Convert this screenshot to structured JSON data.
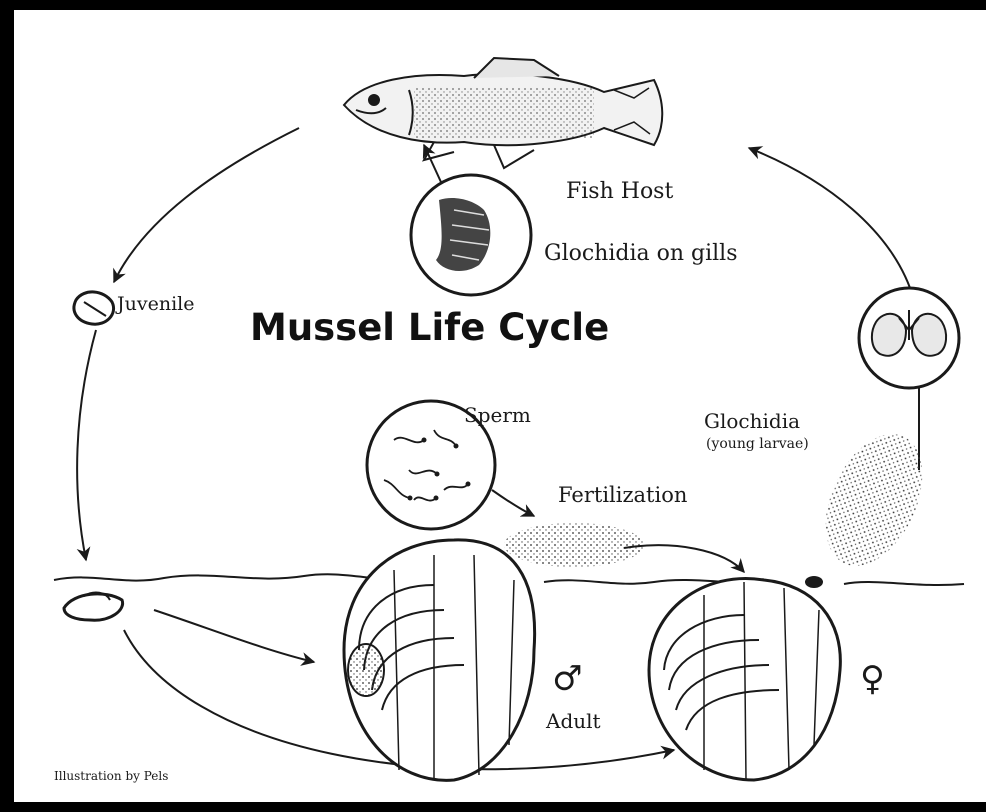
{
  "title": "Mussel Life Cycle",
  "labels": {
    "fish_host": "Fish Host",
    "glochidia_on_gills": "Glochidia on gills",
    "juvenile": "Juvenile",
    "sperm": "Sperm",
    "glochidia": "Glochidia",
    "young_larvae": "(young larvae)",
    "fertilization": "Fertilization",
    "adult": "Adult",
    "male_symbol": "♂",
    "female_symbol": "♀",
    "credit": "Illustration by Pels"
  },
  "colors": {
    "background": "#ffffff",
    "frame": "#000000",
    "ink": "#1a1a1a"
  }
}
